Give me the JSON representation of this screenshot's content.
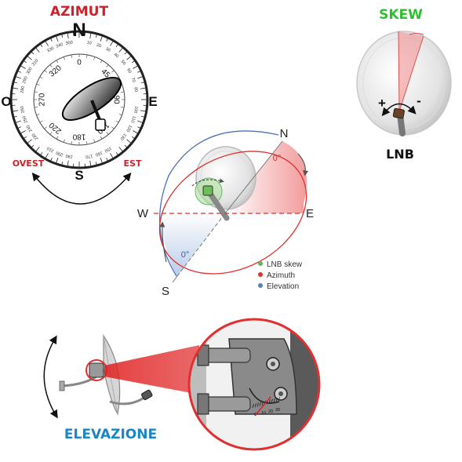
{
  "azimut": {
    "title": "AZIMUT",
    "cardinals": {
      "north": "N",
      "south": "S",
      "east": "E",
      "west": "O"
    },
    "ovest": "OVEST",
    "est": "EST",
    "degree_labels": [
      "0",
      "45",
      "90",
      "140",
      "180",
      "220",
      "270",
      "320"
    ],
    "colors": {
      "title": "#d0202a"
    }
  },
  "skew": {
    "title": "SKEW",
    "plus": "+",
    "minus": "-",
    "lnb_label": "LNB",
    "colors": {
      "title": "#2ec02e"
    }
  },
  "center": {
    "cardinals": {
      "north": "N",
      "east": "E",
      "west": "W",
      "south": "S"
    },
    "angle_top": "0°",
    "angle_bottom": "0°",
    "legend": [
      {
        "label": "LNB skew",
        "color": "#5cb85c"
      },
      {
        "label": "Azimuth",
        "color": "#e03030"
      },
      {
        "label": "Elevation",
        "color": "#5b7fbf"
      }
    ]
  },
  "elevazione": {
    "title": "ELEVAZIONE",
    "scale_ticks": [
      "0",
      "10",
      "20",
      "30"
    ],
    "colors": {
      "title": "#1a86c4"
    }
  }
}
